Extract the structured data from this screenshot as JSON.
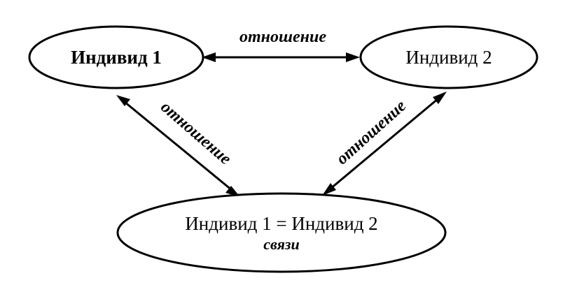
{
  "nodes": {
    "individual_1": {
      "label": "Индивид 1"
    },
    "individual_2": {
      "label": "Индивид 2"
    },
    "connection": {
      "label": "Индивид 1 = Индивид 2",
      "sublabel": "связи"
    }
  },
  "edges": {
    "top": {
      "label": "отношение"
    },
    "left": {
      "label": "отношение"
    },
    "right": {
      "label": "отношение"
    }
  },
  "colors": {
    "stroke": "#000000",
    "background": "#ffffff"
  }
}
